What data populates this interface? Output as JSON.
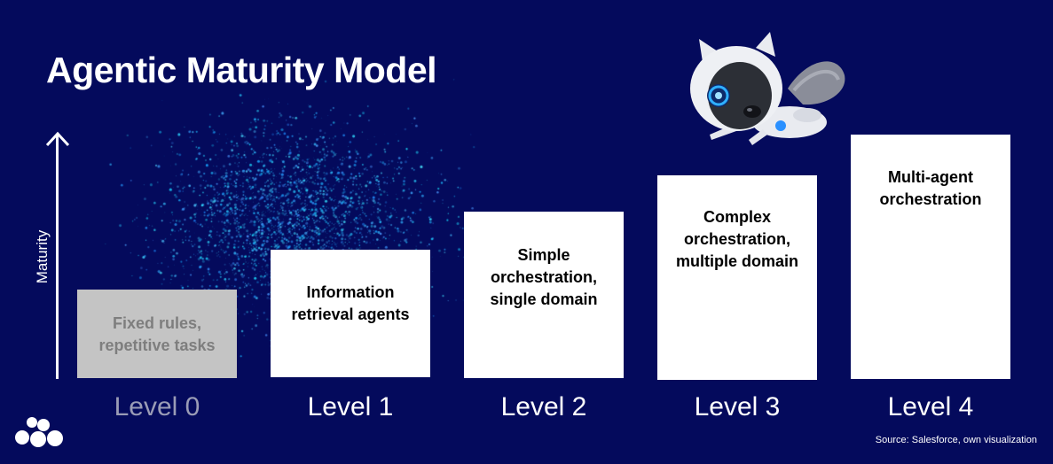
{
  "title": "Agentic Maturity Model",
  "axis": {
    "label": "Maturity"
  },
  "levels": [
    {
      "name": "Level 0",
      "description": "Fixed rules,\nrepetitive tasks",
      "active": false
    },
    {
      "name": "Level 1",
      "description": "Information\nretrieval agents",
      "active": true
    },
    {
      "name": "Level 2",
      "description": "Simple\norchestration,\nsingle domain",
      "active": true
    },
    {
      "name": "Level 3",
      "description": "Complex\norchestration,\nmultiple domain",
      "active": true
    },
    {
      "name": "Level 4",
      "description": "Multi-agent\norchestration",
      "active": true
    }
  ],
  "source": "Source: Salesforce, own visualization",
  "colors": {
    "background": "#040a5c",
    "box_active": "#ffffff",
    "box_inactive": "#c4c4c4",
    "text_inactive": "#7e7e7e",
    "particles": "#1fa8f0"
  },
  "icons": {
    "robot": "robot-mascot-illustration",
    "logo": "dots-cluster-logo"
  }
}
